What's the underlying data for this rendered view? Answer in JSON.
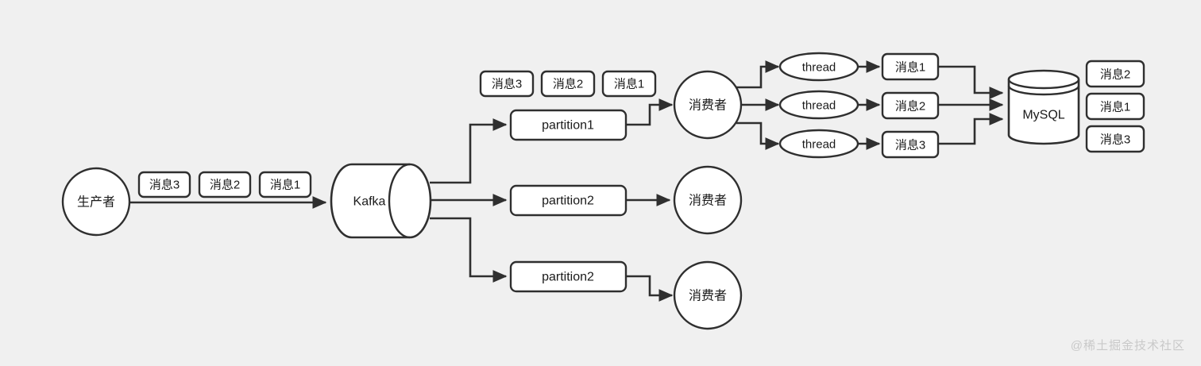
{
  "meta": {
    "background_color": "#f0f0f0",
    "stroke_color": "#2f2f2f",
    "fill_color": "#ffffff",
    "text_color": "#1a1a1a",
    "watermark_color": "#c9c9c9"
  },
  "watermark": "@稀土掘金技术社区",
  "producer": {
    "label": "生产者",
    "messages": [
      {
        "label": "消息3"
      },
      {
        "label": "消息2"
      },
      {
        "label": "消息1"
      }
    ]
  },
  "broker": {
    "label": "Kafka"
  },
  "partitions": [
    {
      "label": "partition1"
    },
    {
      "label": "partition2"
    },
    {
      "label": "partition2"
    }
  ],
  "partition1_messages": [
    {
      "label": "消息3"
    },
    {
      "label": "消息2"
    },
    {
      "label": "消息1"
    }
  ],
  "consumers": [
    {
      "label": "消费者"
    },
    {
      "label": "消费者"
    },
    {
      "label": "消费者"
    }
  ],
  "threads": [
    {
      "label": "thread"
    },
    {
      "label": "thread"
    },
    {
      "label": "thread"
    }
  ],
  "thread_messages": [
    {
      "label": "消息1"
    },
    {
      "label": "消息2"
    },
    {
      "label": "消息3"
    }
  ],
  "database": {
    "label": "MySQL"
  },
  "stored_messages": [
    {
      "label": "消息2"
    },
    {
      "label": "消息1"
    },
    {
      "label": "消息3"
    }
  ]
}
